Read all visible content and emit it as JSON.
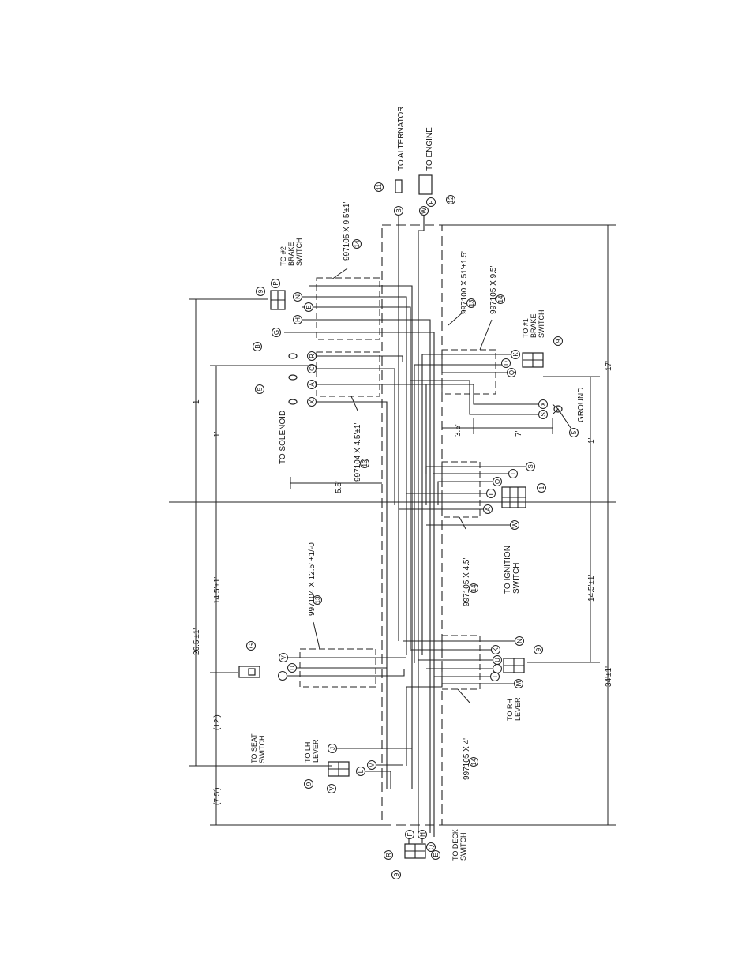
{
  "labels": {
    "to_alternator": "TO ALTERNATOR",
    "to_engine": "TO ENGINE",
    "to_2_brake_switch_1": "TO #2",
    "to_2_brake_switch_2": "BRAKE",
    "to_2_brake_switch_3": "SWITCH",
    "to_1_brake_switch_1": "TO #1",
    "to_1_brake_switch_2": "BRAKE",
    "to_1_brake_switch_3": "SWITCH",
    "to_solenoid": "TO SOLENOID",
    "ground": "GROUND",
    "to_ignition_switch_1": "TO IGNITION",
    "to_ignition_switch_2": "SWITCH",
    "to_seat_switch_1": "TO SEAT",
    "to_seat_switch_2": "SWITCH",
    "to_lh_lever_1": "TO LH",
    "to_lh_lever_2": "LEVER",
    "to_rh_lever_1": "TO RH",
    "to_rh_lever_2": "LEVER",
    "to_deck_switch_1": "TO DECK",
    "to_deck_switch_2": "SWITCH"
  },
  "parts": {
    "p1": "997105 X 9.5'±1'",
    "p2": "997100 X 51'±1.5'",
    "p3": "997105 X 9.5'",
    "p4": "997104 X 4.5'±1'",
    "p5": "997105 X 4.5'",
    "p6": "997104 X 12.5' +1/-0",
    "p7": "997105 X 4'"
  },
  "callouts": {
    "c14": "14",
    "c13": "13",
    "c12": "12",
    "c11": "11",
    "c13b": "13"
  },
  "dimensions": {
    "d_1a": "1'",
    "d_1b": "1'",
    "d_265": "26.5'±1'",
    "d_145l": "14.5'±1'",
    "d_12": "(12')",
    "d_75": "(7.5')",
    "d_55": "5.5'",
    "d_35": "3.5'",
    "d_7": "7'",
    "d_17": "17'",
    "d_1c": "1'",
    "d_145r": "14.5'±1'",
    "d_34": "34'±1'"
  },
  "wire_letters": {
    "alt_b": "B",
    "eng_w": "W",
    "eng_f": "F",
    "b2_p": "P",
    "b2_n": "N",
    "b2_e": "E",
    "b2_h": "H",
    "b2_g": "G",
    "b2_9": "9",
    "sol_b": "B",
    "sol_r": "R",
    "sol_c": "C",
    "sol_a": "A",
    "sol_x": "X",
    "sol_5": "5",
    "b1_k": "K",
    "b1_d": "D",
    "b1_q": "Q",
    "b1_9": "9",
    "gnd_x": "X",
    "gnd_s": "S",
    "gnd_5": "5",
    "ig_s": "S",
    "ig_t": "T",
    "ig_o": "O",
    "ig_l": "L",
    "ig_a": "A",
    "ig_w": "W",
    "ig_1": "1",
    "rh_n": "N",
    "rh_k": "K",
    "rh_u": "U",
    "rh_t": "T",
    "rh_m": "M",
    "rh_9": "9",
    "seat_v": "V",
    "seat_u": "U",
    "seat_g": "G",
    "lh_j": "J",
    "lh_m": "M",
    "lh_l": "L",
    "lh_v": "V",
    "lh_9": "9",
    "dk_f": "F",
    "dk_h": "H",
    "dk_r": "R",
    "dk_q": "Q",
    "dk_e": "E",
    "dk_9": "9"
  }
}
